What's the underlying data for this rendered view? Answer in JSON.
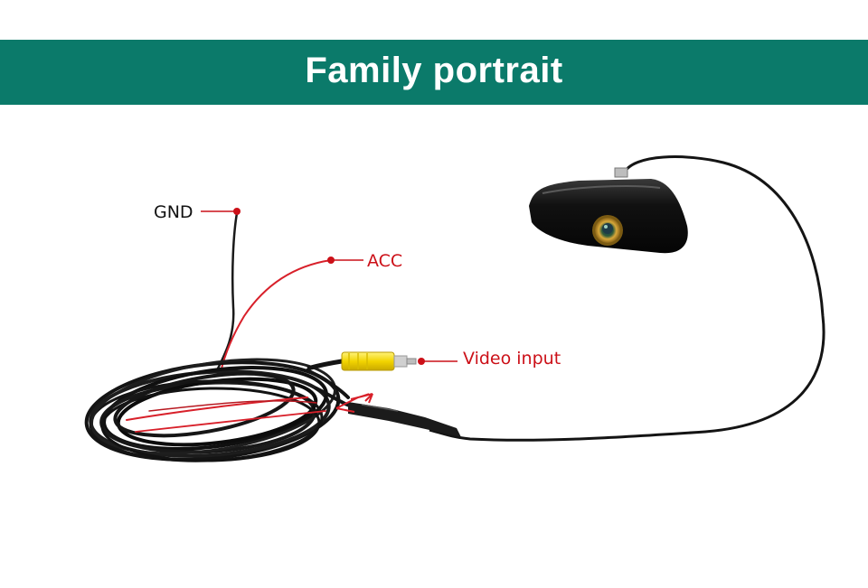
{
  "banner": {
    "title": "Family portrait",
    "background": "#0b7a6a",
    "text_color": "#ffffff"
  },
  "labels": {
    "gnd": "GND",
    "acc": "ACC",
    "video_input": "Video input"
  },
  "colors": {
    "callout_red": "#cc1018",
    "cable_black": "#141414",
    "wire_red": "#d8202a",
    "rca_yellow": "#f2d400",
    "lens_gold": "#c89a2a"
  },
  "icons": {
    "camera": "front-camera-icon",
    "connector": "rca-connector-icon"
  }
}
